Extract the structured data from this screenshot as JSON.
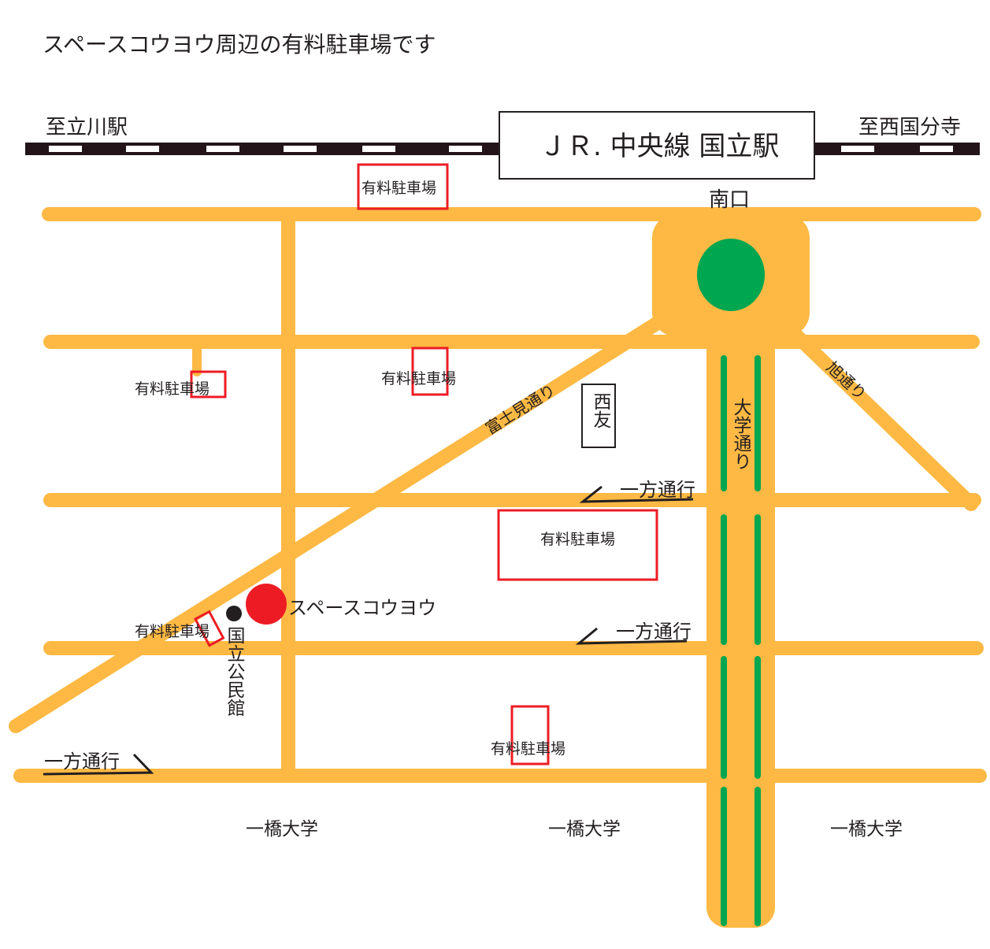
{
  "title": "スペースコウヨウ周辺の有料駐車場です",
  "railway": {
    "west_label": "至立川駅",
    "east_label": "至西国分寺",
    "station_label": "ＪＲ. 中央線 国立駅",
    "exit_label": "南口"
  },
  "roads": {
    "fujimi": "富士見通り",
    "daigaku": "大学通り",
    "asahi": "旭通り",
    "oneway": "一方通行"
  },
  "parking_label": "有料駐車場",
  "landmarks": {
    "target": "スペースコウヨウ",
    "seiyu": "西友",
    "kominkan": "国立公民館",
    "university": "一橋大学"
  },
  "colors": {
    "road": "#FDB944",
    "station_circle": "#00A650",
    "target": "#ED1C24",
    "parking_border": "#ED1C24"
  }
}
